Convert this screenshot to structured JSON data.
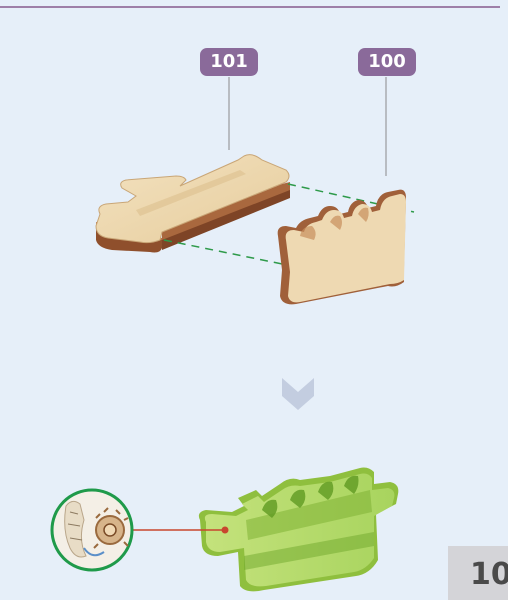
{
  "parts": {
    "part_101_number": "101",
    "part_100_number": "100"
  },
  "page": {
    "number": "10"
  },
  "colors": {
    "background": "#e6eff9",
    "label_fill": "#8a6a9a",
    "wood": "#ecd7b0",
    "wood_edge": "#a6643a",
    "assembled_green": "#b9db6e",
    "guide_line": "#2e9a4a",
    "callout_line": "#c8462e"
  }
}
